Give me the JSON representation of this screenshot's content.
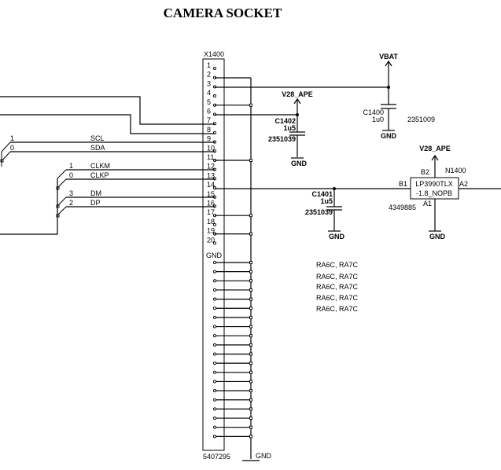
{
  "title": "CAMERA SOCKET",
  "connector": {
    "ref": "X1400",
    "part_number": "5407295",
    "pins": [
      "1",
      "2",
      "3",
      "4",
      "5",
      "6",
      "7",
      "8",
      "9",
      "10",
      "11",
      "12",
      "13",
      "14",
      "15",
      "16",
      "17",
      "18",
      "19",
      "20"
    ],
    "gnd_label": "GND",
    "gnd_pin_count": 20,
    "bus_gnd_label": "GND"
  },
  "signals": [
    {
      "index": "1",
      "name": "SCL",
      "pin": "9"
    },
    {
      "index": "0",
      "name": "SDA",
      "pin": "10"
    },
    {
      "index": "1",
      "name": "CLKM",
      "pin": "12"
    },
    {
      "index": "0",
      "name": "CLKP",
      "pin": "13"
    },
    {
      "index": "3",
      "name": "DM",
      "pin": "15"
    },
    {
      "index": "2",
      "name": "DP",
      "pin": "16"
    }
  ],
  "power": {
    "vbat": "VBAT",
    "v28_a": "V28_APE",
    "v28_b": "V28_APE",
    "gnd": "GND"
  },
  "capacitors": [
    {
      "ref": "C1400",
      "value": "1u0",
      "part": "2351009"
    },
    {
      "ref": "C1402",
      "value": "1u5",
      "part": "2351039"
    },
    {
      "ref": "C1401",
      "value": "1u5",
      "part": "2351039"
    }
  ],
  "regulator": {
    "ref": "N1400",
    "line1": "LP3990TLX",
    "line2": "-1.8_NOPB",
    "part": "4349885",
    "pins": {
      "b1": "B1",
      "b2": "B2",
      "a1": "A1",
      "a2": "A2"
    }
  },
  "notes": [
    "RA6C, RA7C",
    "RA6C, RA7C",
    "RA6C, RA7C",
    "RA6C, RA7C",
    "RA6C, RA7C"
  ]
}
